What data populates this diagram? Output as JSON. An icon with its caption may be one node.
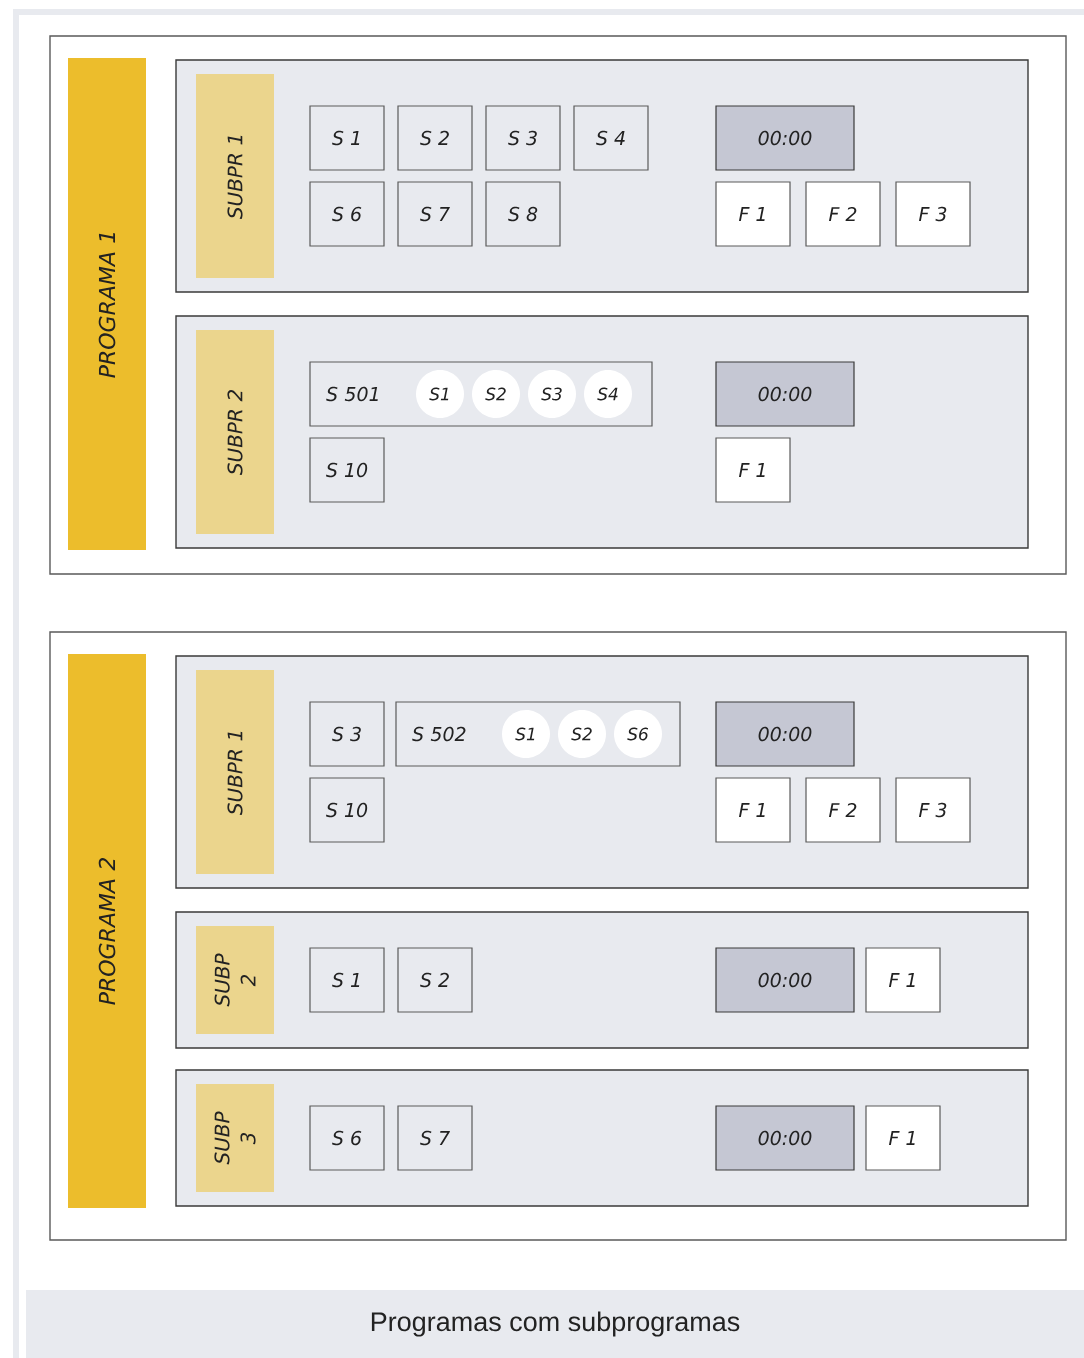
{
  "diagram": {
    "caption": "Programas com subprogramas",
    "nodes": [
      {
        "text": [],
        "shape": "box"
      },
      {
        "text": [
          "PROGRAMA 1"
        ],
        "in": 0
      },
      {
        "text": [],
        "shape": "box",
        "in": 0
      },
      {
        "text": [
          "SUBPR 1"
        ],
        "in": 2
      },
      {
        "text": [
          "S 1"
        ],
        "in": 2
      },
      {
        "text": [
          "S 2"
        ],
        "in": 2
      },
      {
        "text": [
          "S 3"
        ],
        "in": 2
      },
      {
        "text": [
          "S 4"
        ],
        "in": 2
      },
      {
        "text": [
          "00:00"
        ],
        "in": 2
      },
      {
        "text": [
          "S 6"
        ],
        "in": 2
      },
      {
        "text": [
          "S 7"
        ],
        "in": 2
      },
      {
        "text": [
          "S 8"
        ],
        "in": 2
      },
      {
        "text": [
          "F 1"
        ],
        "in": 2
      },
      {
        "text": [
          "F 2"
        ],
        "in": 2
      },
      {
        "text": [
          "F 3"
        ],
        "in": 2
      },
      {
        "text": [],
        "shape": "box",
        "in": 0
      },
      {
        "text": [
          "SUBPR 2"
        ],
        "in": 15
      },
      {
        "text": [
          "S 501"
        ],
        "in": 15
      },
      {
        "text": [
          "S1"
        ],
        "in": 17
      },
      {
        "text": [
          "S2"
        ],
        "in": 17
      },
      {
        "text": [
          "S3"
        ],
        "in": 17
      },
      {
        "text": [
          "S4"
        ],
        "in": 17
      },
      {
        "text": [
          "00:00"
        ],
        "in": 15
      },
      {
        "text": [
          "S 10"
        ],
        "in": 15
      },
      {
        "text": [
          "F 1"
        ],
        "in": 15
      },
      {
        "text": [],
        "shape": "box"
      },
      {
        "text": [
          "PROGRAMA 2"
        ],
        "in": 25
      },
      {
        "text": [],
        "shape": "box",
        "in": 25
      },
      {
        "text": [
          "SUBPR 1"
        ],
        "in": 27
      },
      {
        "text": [
          "S 3"
        ],
        "in": 27
      },
      {
        "text": [
          "S 502"
        ],
        "in": 27
      },
      {
        "text": [
          "S1"
        ],
        "in": 30
      },
      {
        "text": [
          "S2"
        ],
        "in": 30
      },
      {
        "text": [
          "S6"
        ],
        "in": 30
      },
      {
        "text": [
          "00:00"
        ],
        "in": 27
      },
      {
        "text": [
          "S 10"
        ],
        "in": 27
      },
      {
        "text": [
          "F 1"
        ],
        "in": 27
      },
      {
        "text": [
          "F 2"
        ],
        "in": 27
      },
      {
        "text": [
          "F 3"
        ],
        "in": 27
      },
      {
        "text": [],
        "shape": "box",
        "in": 25
      },
      {
        "text": [
          "SUBP 2"
        ],
        "in": 39
      },
      {
        "text": [
          "S 1"
        ],
        "in": 39
      },
      {
        "text": [
          "S 2"
        ],
        "in": 39
      },
      {
        "text": [
          "00:00"
        ],
        "in": 39
      },
      {
        "text": [
          "F 1"
        ],
        "in": 39
      },
      {
        "text": [],
        "shape": "box",
        "in": 25
      },
      {
        "text": [
          "SUBP 3"
        ],
        "in": 45
      },
      {
        "text": [
          "S 6"
        ],
        "in": 45
      },
      {
        "text": [
          "S 7"
        ],
        "in": 45
      },
      {
        "text": [
          "00:00"
        ],
        "in": 45
      },
      {
        "text": [
          "F 1"
        ],
        "in": 45
      }
    ]
  }
}
